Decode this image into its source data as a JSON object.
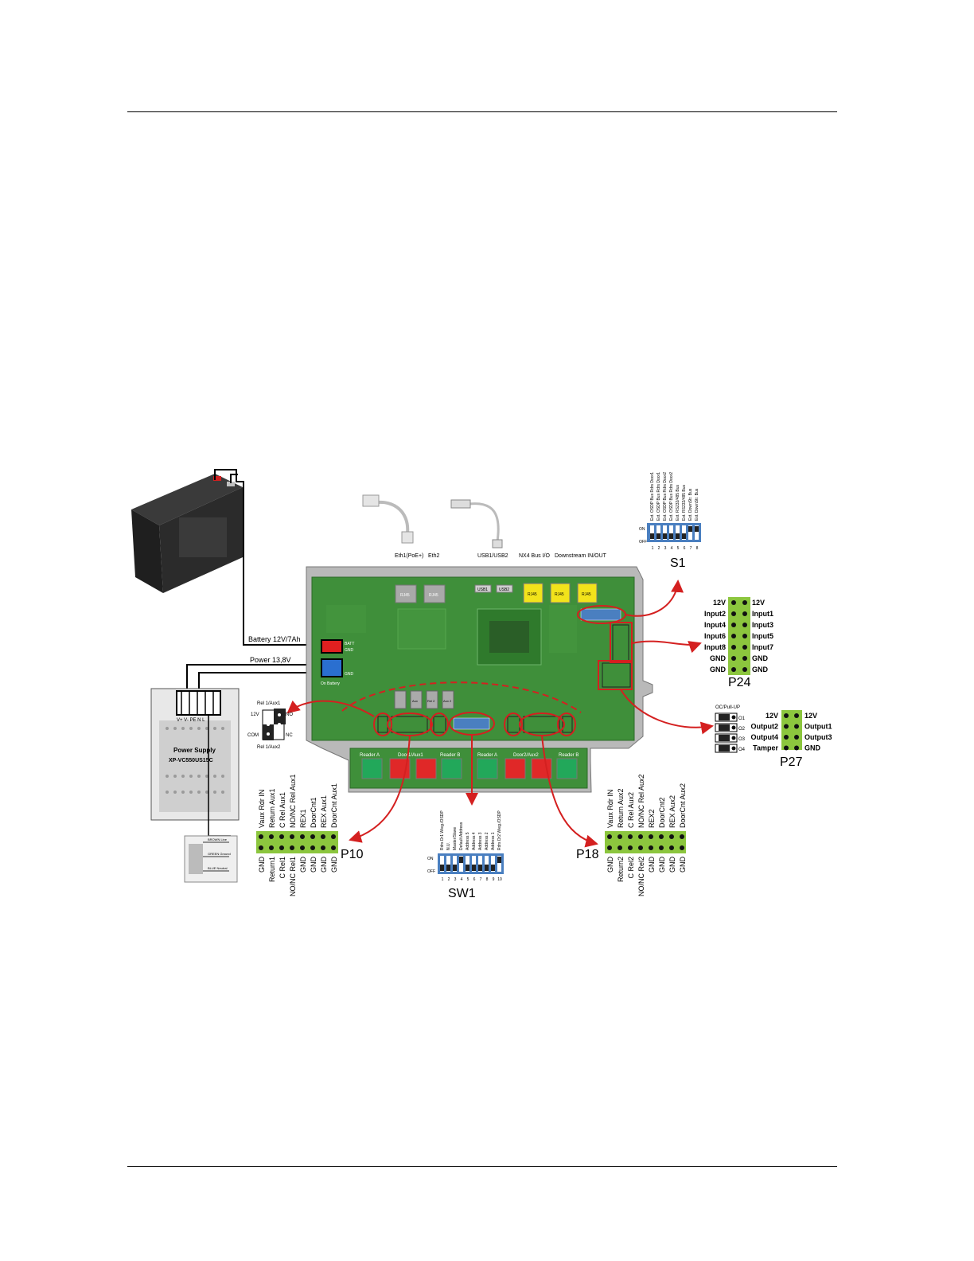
{
  "battery_label": "Battery 12V/7Ah",
  "power_label": "Power 13,8V",
  "psu": {
    "line1": "Power Supply",
    "line2": "XP-VC550US15C",
    "terminals": "V+ V- PE N L"
  },
  "mains": {
    "rows": [
      "BROWN  Line",
      "GREEN  Ground",
      "BLUE  Neutral"
    ]
  },
  "top_connectors": [
    "Eth1(PoE+)",
    "Eth2",
    "USB1/USB2",
    "NX4 Bus I/O",
    "Downstream IN/OUT"
  ],
  "board_texts": {
    "rj45": "RJ45",
    "usb1": "USB1",
    "usb2": "USB2",
    "batt": "BATT",
    "gnd": "GND",
    "on_battery": "On Battery",
    "aux1": "Aux",
    "rel1": "Rel 1",
    "rel2": "Rel 2",
    "aux2": "Aux 2"
  },
  "bottom_ports": [
    "Reader A",
    "Door1/Aux1",
    "Reader B",
    "Reader A",
    "Door2/Aux2",
    "Reader B"
  ],
  "s1": {
    "title": "S1",
    "on": "ON",
    "off": "OFF",
    "labels": [
      "Ext. OSDP Bus Rdrs Door1",
      "Ext. OSDP Bus Rdrs Door1",
      "Ext. OSDP Bus Rdrs Door2",
      "Ext. OSDP Bus Rdrs Door2",
      "Ext. RS232/485 Bus",
      "Ext. RS232/485 Bus",
      "Ext. DownStr. Bus",
      "Ext. DownStr. Bus"
    ],
    "numbers": [
      "1",
      "2",
      "3",
      "4",
      "5",
      "6",
      "7",
      "8"
    ]
  },
  "p24": {
    "title": "P24",
    "left": [
      "12V",
      "Input2",
      "Input4",
      "Input6",
      "Input8",
      "GND",
      "GND"
    ],
    "right": [
      "12V",
      "Input1",
      "Input3",
      "Input5",
      "Input7",
      "GND",
      "GND"
    ]
  },
  "p27": {
    "title": "P27",
    "oc_title": "OC/Pull-UP",
    "oc": [
      "O1",
      "O2",
      "O3",
      "O4"
    ],
    "left": [
      "12V",
      "Output2",
      "Output4",
      "Tamper"
    ],
    "right": [
      "12V",
      "Output1",
      "Output3",
      "GND"
    ]
  },
  "rel_aux": {
    "top": "Rel 1/Aux1",
    "bottom": "Rel 1/Aux2",
    "l12": "12V",
    "no": "NO",
    "com": "COM",
    "nc": "NC"
  },
  "p10": {
    "title": "P10",
    "top": [
      "Vaux Rdr IN",
      "Return Aux1",
      "C Rel Aux1",
      "NO/NC Rel Aux1",
      "REX1",
      "DoorCnt1",
      "REX Aux1",
      "DoorCnt Aux1"
    ],
    "bottom": [
      "GND",
      "Return1",
      "C Rel1",
      "NO/NC Rel1",
      "GND",
      "GND",
      "GND",
      "GND"
    ]
  },
  "p18": {
    "title": "P18",
    "top": [
      "Vaux Rdr IN",
      "Return Aux2",
      "C Rel Aux2",
      "NO/NC Rel Aux2",
      "REX2",
      "DoorCnt2",
      "REX Aux2",
      "DoorCnt Aux2"
    ],
    "bottom": [
      "GND",
      "Return2",
      "C Rel2",
      "NO/NC Rel2",
      "GND",
      "GND",
      "GND",
      "GND"
    ]
  },
  "sw1": {
    "title": "SW1",
    "on": "ON",
    "off": "OFF",
    "labels": [
      "Rdrs Dr1 Wieg./OSDP",
      "N.U.",
      "Master/Slave",
      "Default Address",
      "Address 5",
      "Address 4",
      "Address 3",
      "Address 2",
      "Address 1",
      "Rdrs Dr2 Wieg./OSDP"
    ],
    "numbers": [
      "1",
      "2",
      "3",
      "4",
      "5",
      "6",
      "7",
      "8",
      "9",
      "10"
    ]
  },
  "colors": {
    "board": "#3f8f3a",
    "terminal": "#8cc63e",
    "dip": "#4a7fc0",
    "highlight": "#d42020",
    "battery_red": "#e02020",
    "power_blue": "#2a6fd0",
    "rj45_yellow": "#f2e31b",
    "rj45_red": "#e02828",
    "rj45_green": "#22a85a"
  }
}
